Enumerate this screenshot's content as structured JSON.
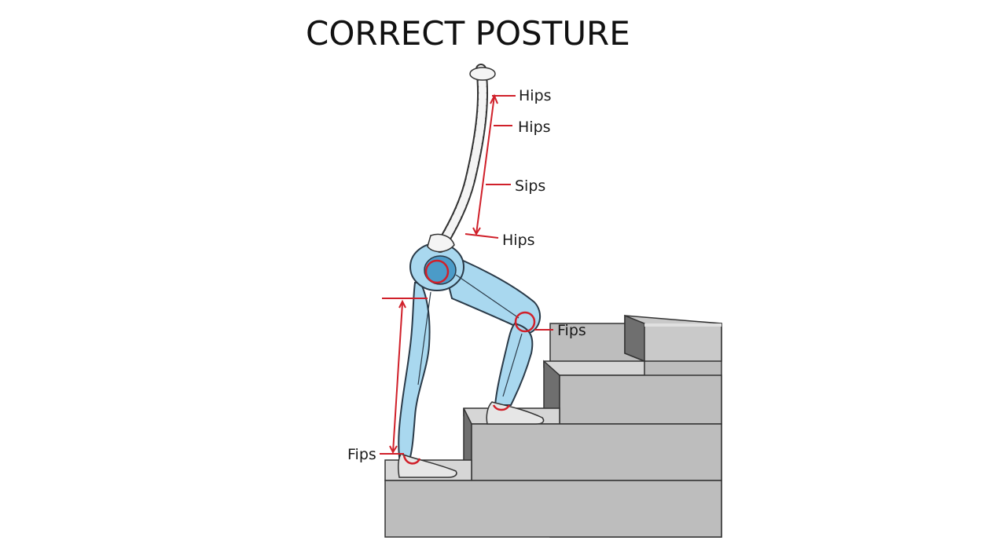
{
  "title": "CORRECT POSTURE",
  "labels": {
    "spine_top": "Hips",
    "spine_upper": "Hips",
    "spine_mid": "Sips",
    "spine_low": "Hips",
    "knee": "Fips",
    "ankle": "Fips"
  },
  "colors": {
    "annotation": "#d0202a",
    "leg_fill": "#a9d8ef",
    "leg_stroke": "#2a3a48",
    "stairs_top": "#d4d4d4",
    "stairs_front": "#bdbdbd",
    "stairs_side": "#8a8a8a",
    "bone_fill": "#f4f4f4"
  },
  "icons": {
    "spine": "spine-illustration",
    "legs": "legs-illustration",
    "stairs": "staircase-illustration"
  }
}
